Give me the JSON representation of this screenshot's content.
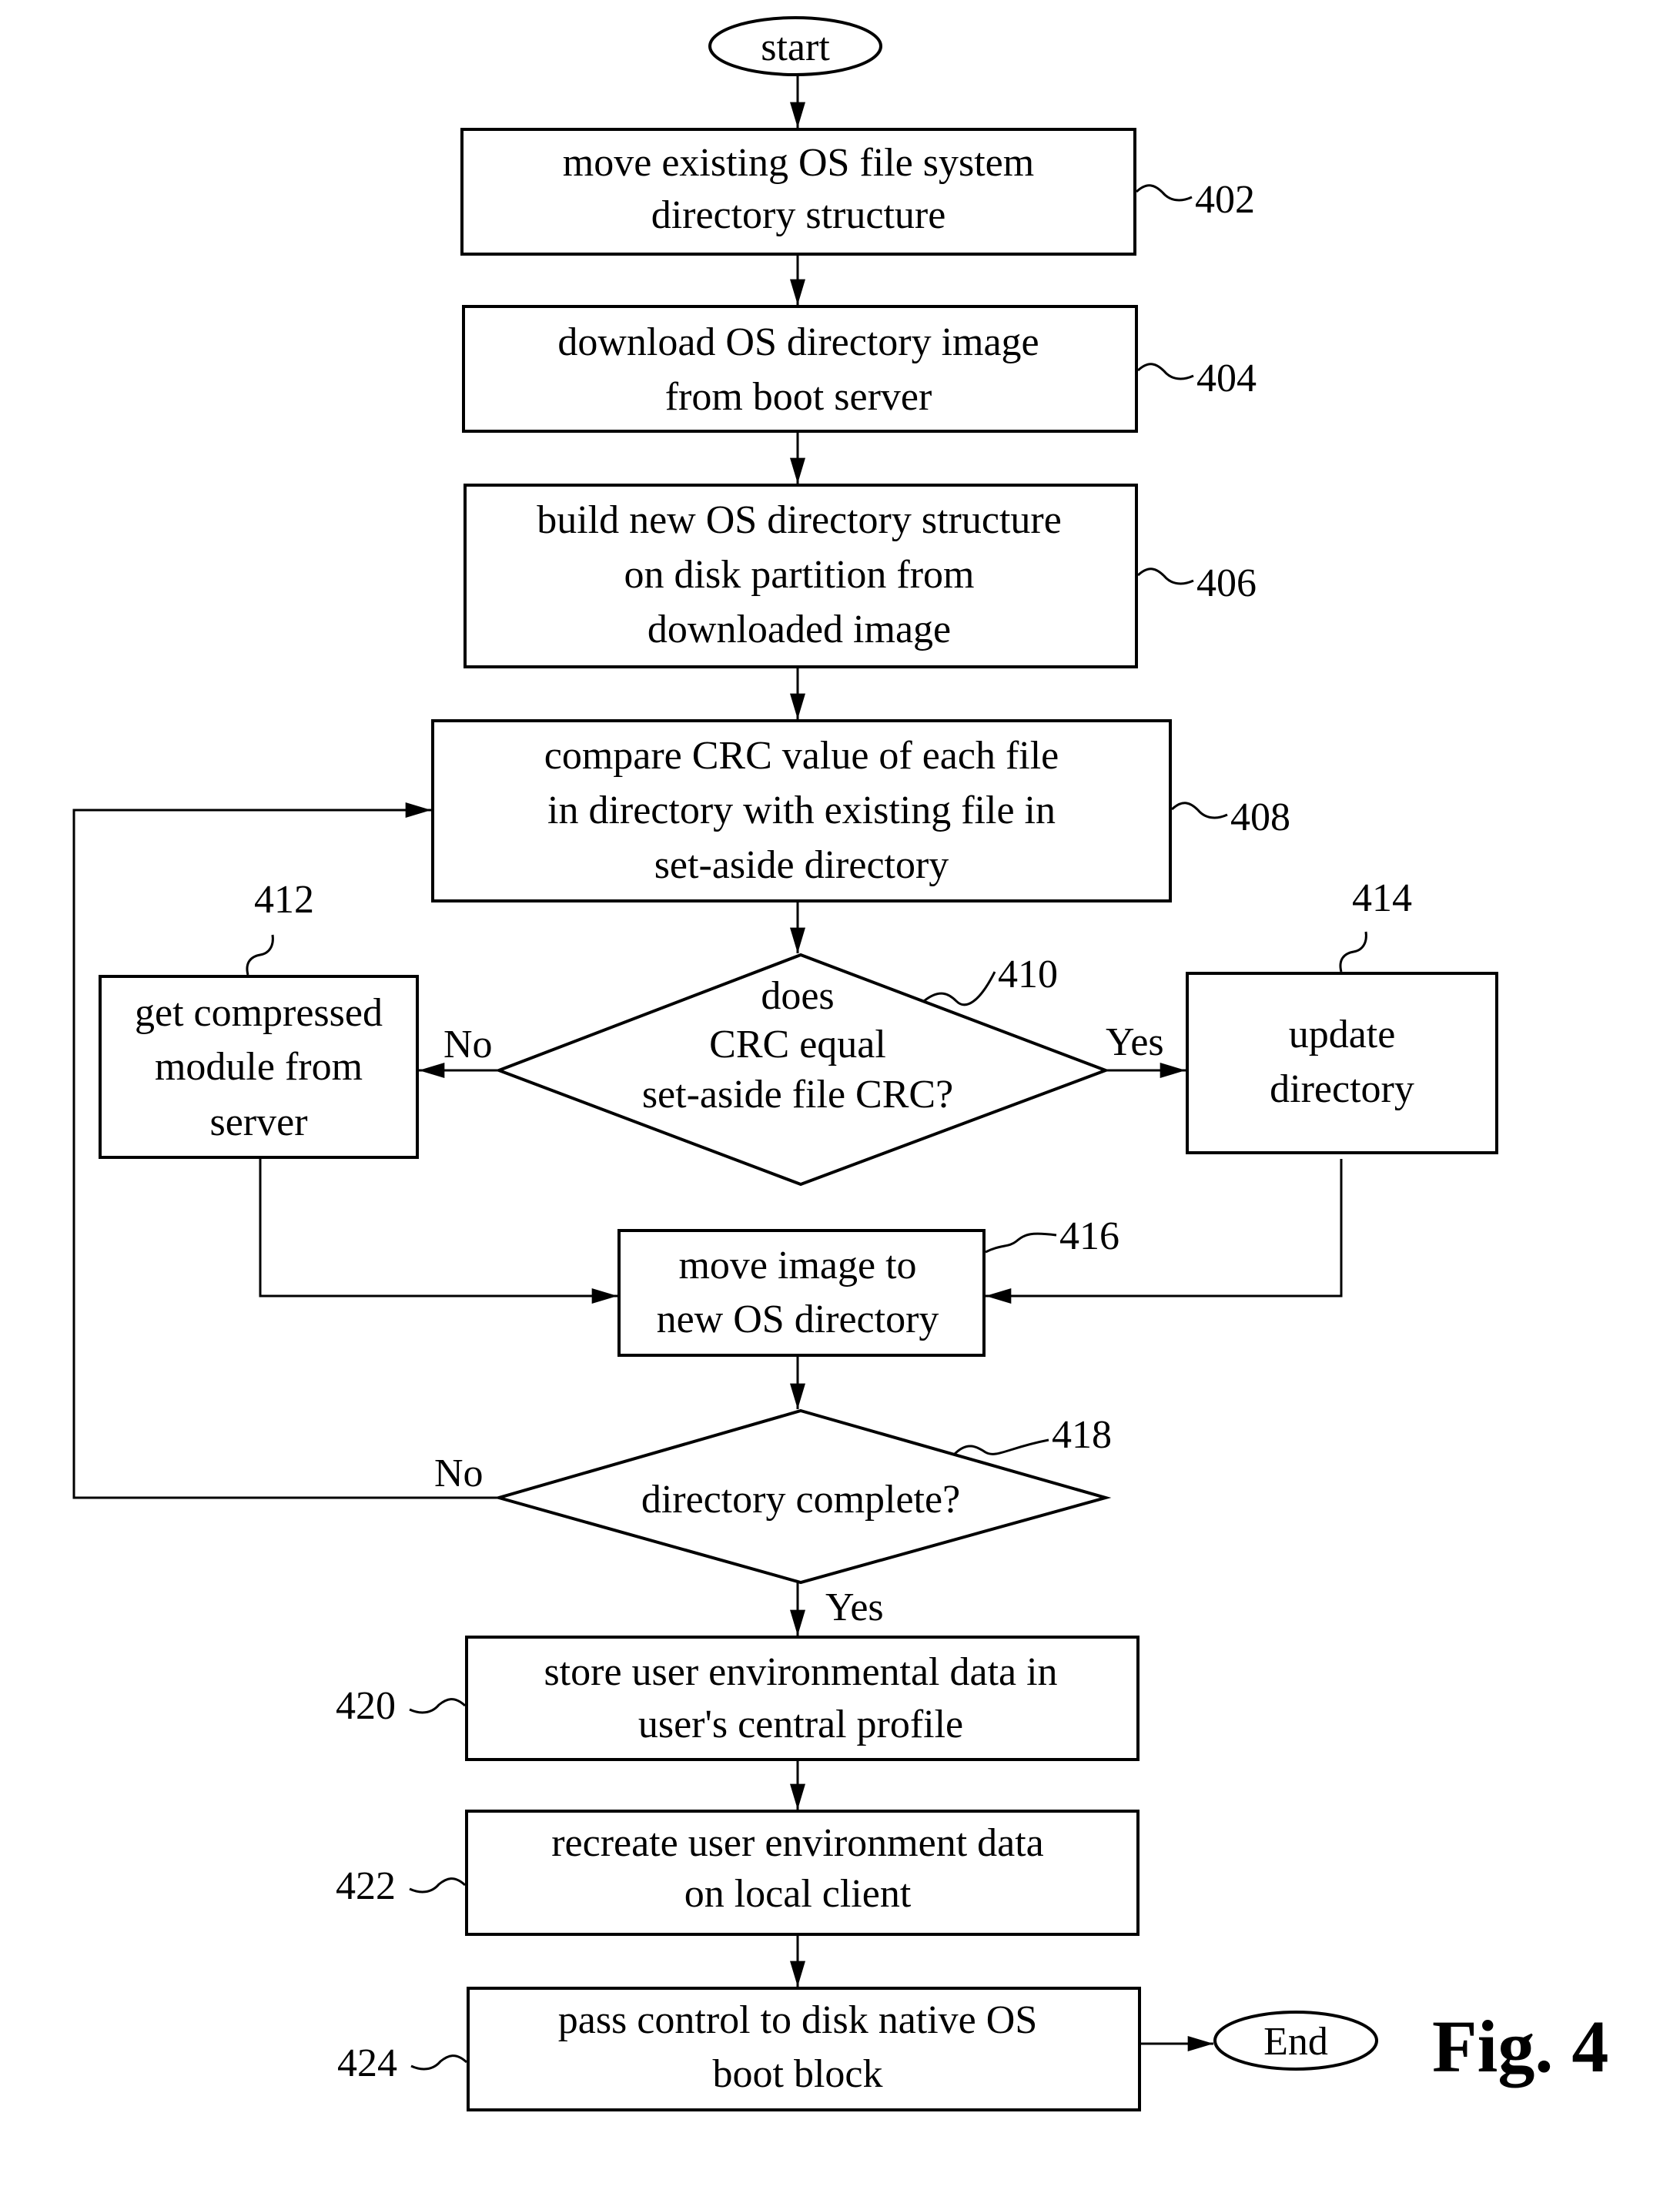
{
  "terminals": {
    "start": "start",
    "end": "End"
  },
  "steps": {
    "s402": {
      "ref": "402",
      "lines": [
        "move existing OS file system",
        "directory structure"
      ]
    },
    "s404": {
      "ref": "404",
      "lines": [
        "download OS directory image",
        "from boot server"
      ]
    },
    "s406": {
      "ref": "406",
      "lines": [
        "build new OS directory structure",
        "on disk partition from",
        "downloaded image"
      ]
    },
    "s408": {
      "ref": "408",
      "lines": [
        "compare CRC value of each file",
        "in directory with existing file in",
        "set-aside directory"
      ]
    },
    "s412": {
      "ref": "412",
      "lines": [
        "get compressed",
        "module from",
        "server"
      ]
    },
    "s414": {
      "ref": "414",
      "lines": [
        "update",
        "directory"
      ]
    },
    "s416": {
      "ref": "416",
      "lines": [
        "move image to",
        "new OS directory"
      ]
    },
    "s420": {
      "ref": "420",
      "lines": [
        "store user environmental data in",
        "user's central profile"
      ]
    },
    "s422": {
      "ref": "422",
      "lines": [
        "recreate user environment data",
        "on local client"
      ]
    },
    "s424": {
      "ref": "424",
      "lines": [
        "pass control to disk native OS",
        "boot block"
      ]
    }
  },
  "decisions": {
    "d410": {
      "ref": "410",
      "lines": [
        "does",
        "CRC equal",
        "set-aside file CRC?"
      ],
      "no_label": "No",
      "yes_label": "Yes"
    },
    "d418": {
      "ref": "418",
      "lines": [
        "directory complete?"
      ],
      "no_label": "No",
      "yes_label": "Yes"
    }
  },
  "figure_label": "Fig. 4"
}
